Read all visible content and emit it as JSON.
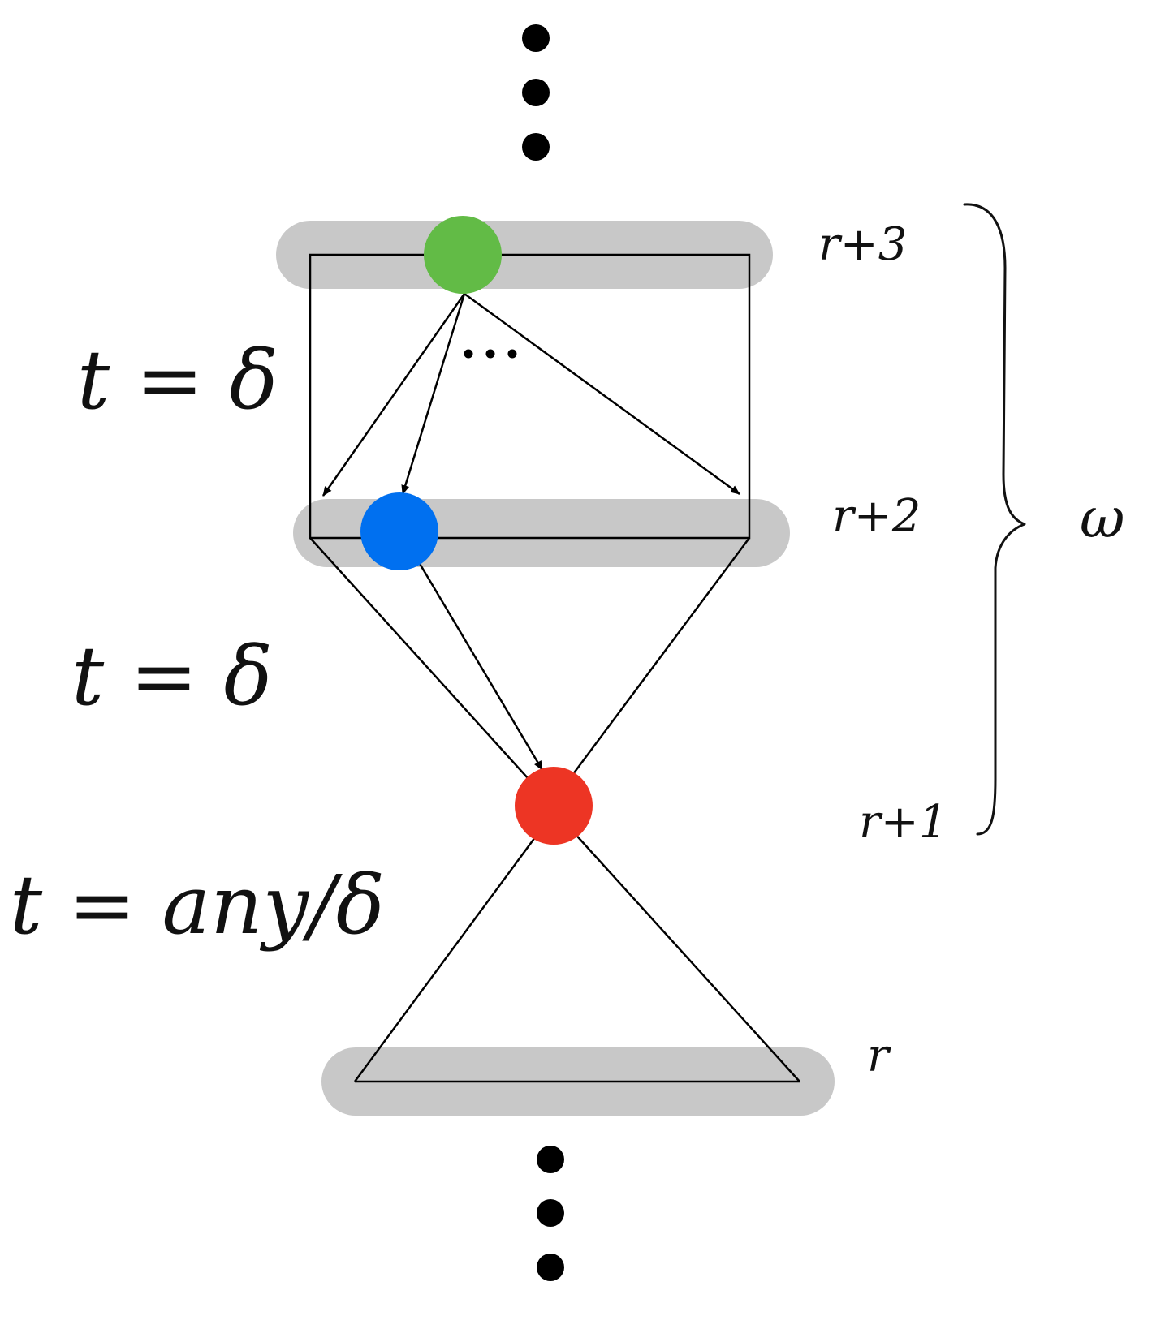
{
  "levels": {
    "top": "r+3",
    "second": "r+2",
    "third": "r+1",
    "bottom": "r"
  },
  "brace_label": "ω",
  "time_labels": {
    "upper": "t = δ",
    "middle": "t = δ",
    "lower": "t = any/δ"
  },
  "ellipsis": "…",
  "colors": {
    "band": "#c8c8c8",
    "top_node": "#62bb46",
    "mid_node": "#0070f0",
    "low_node": "#ed3524",
    "stroke": "#000000"
  }
}
